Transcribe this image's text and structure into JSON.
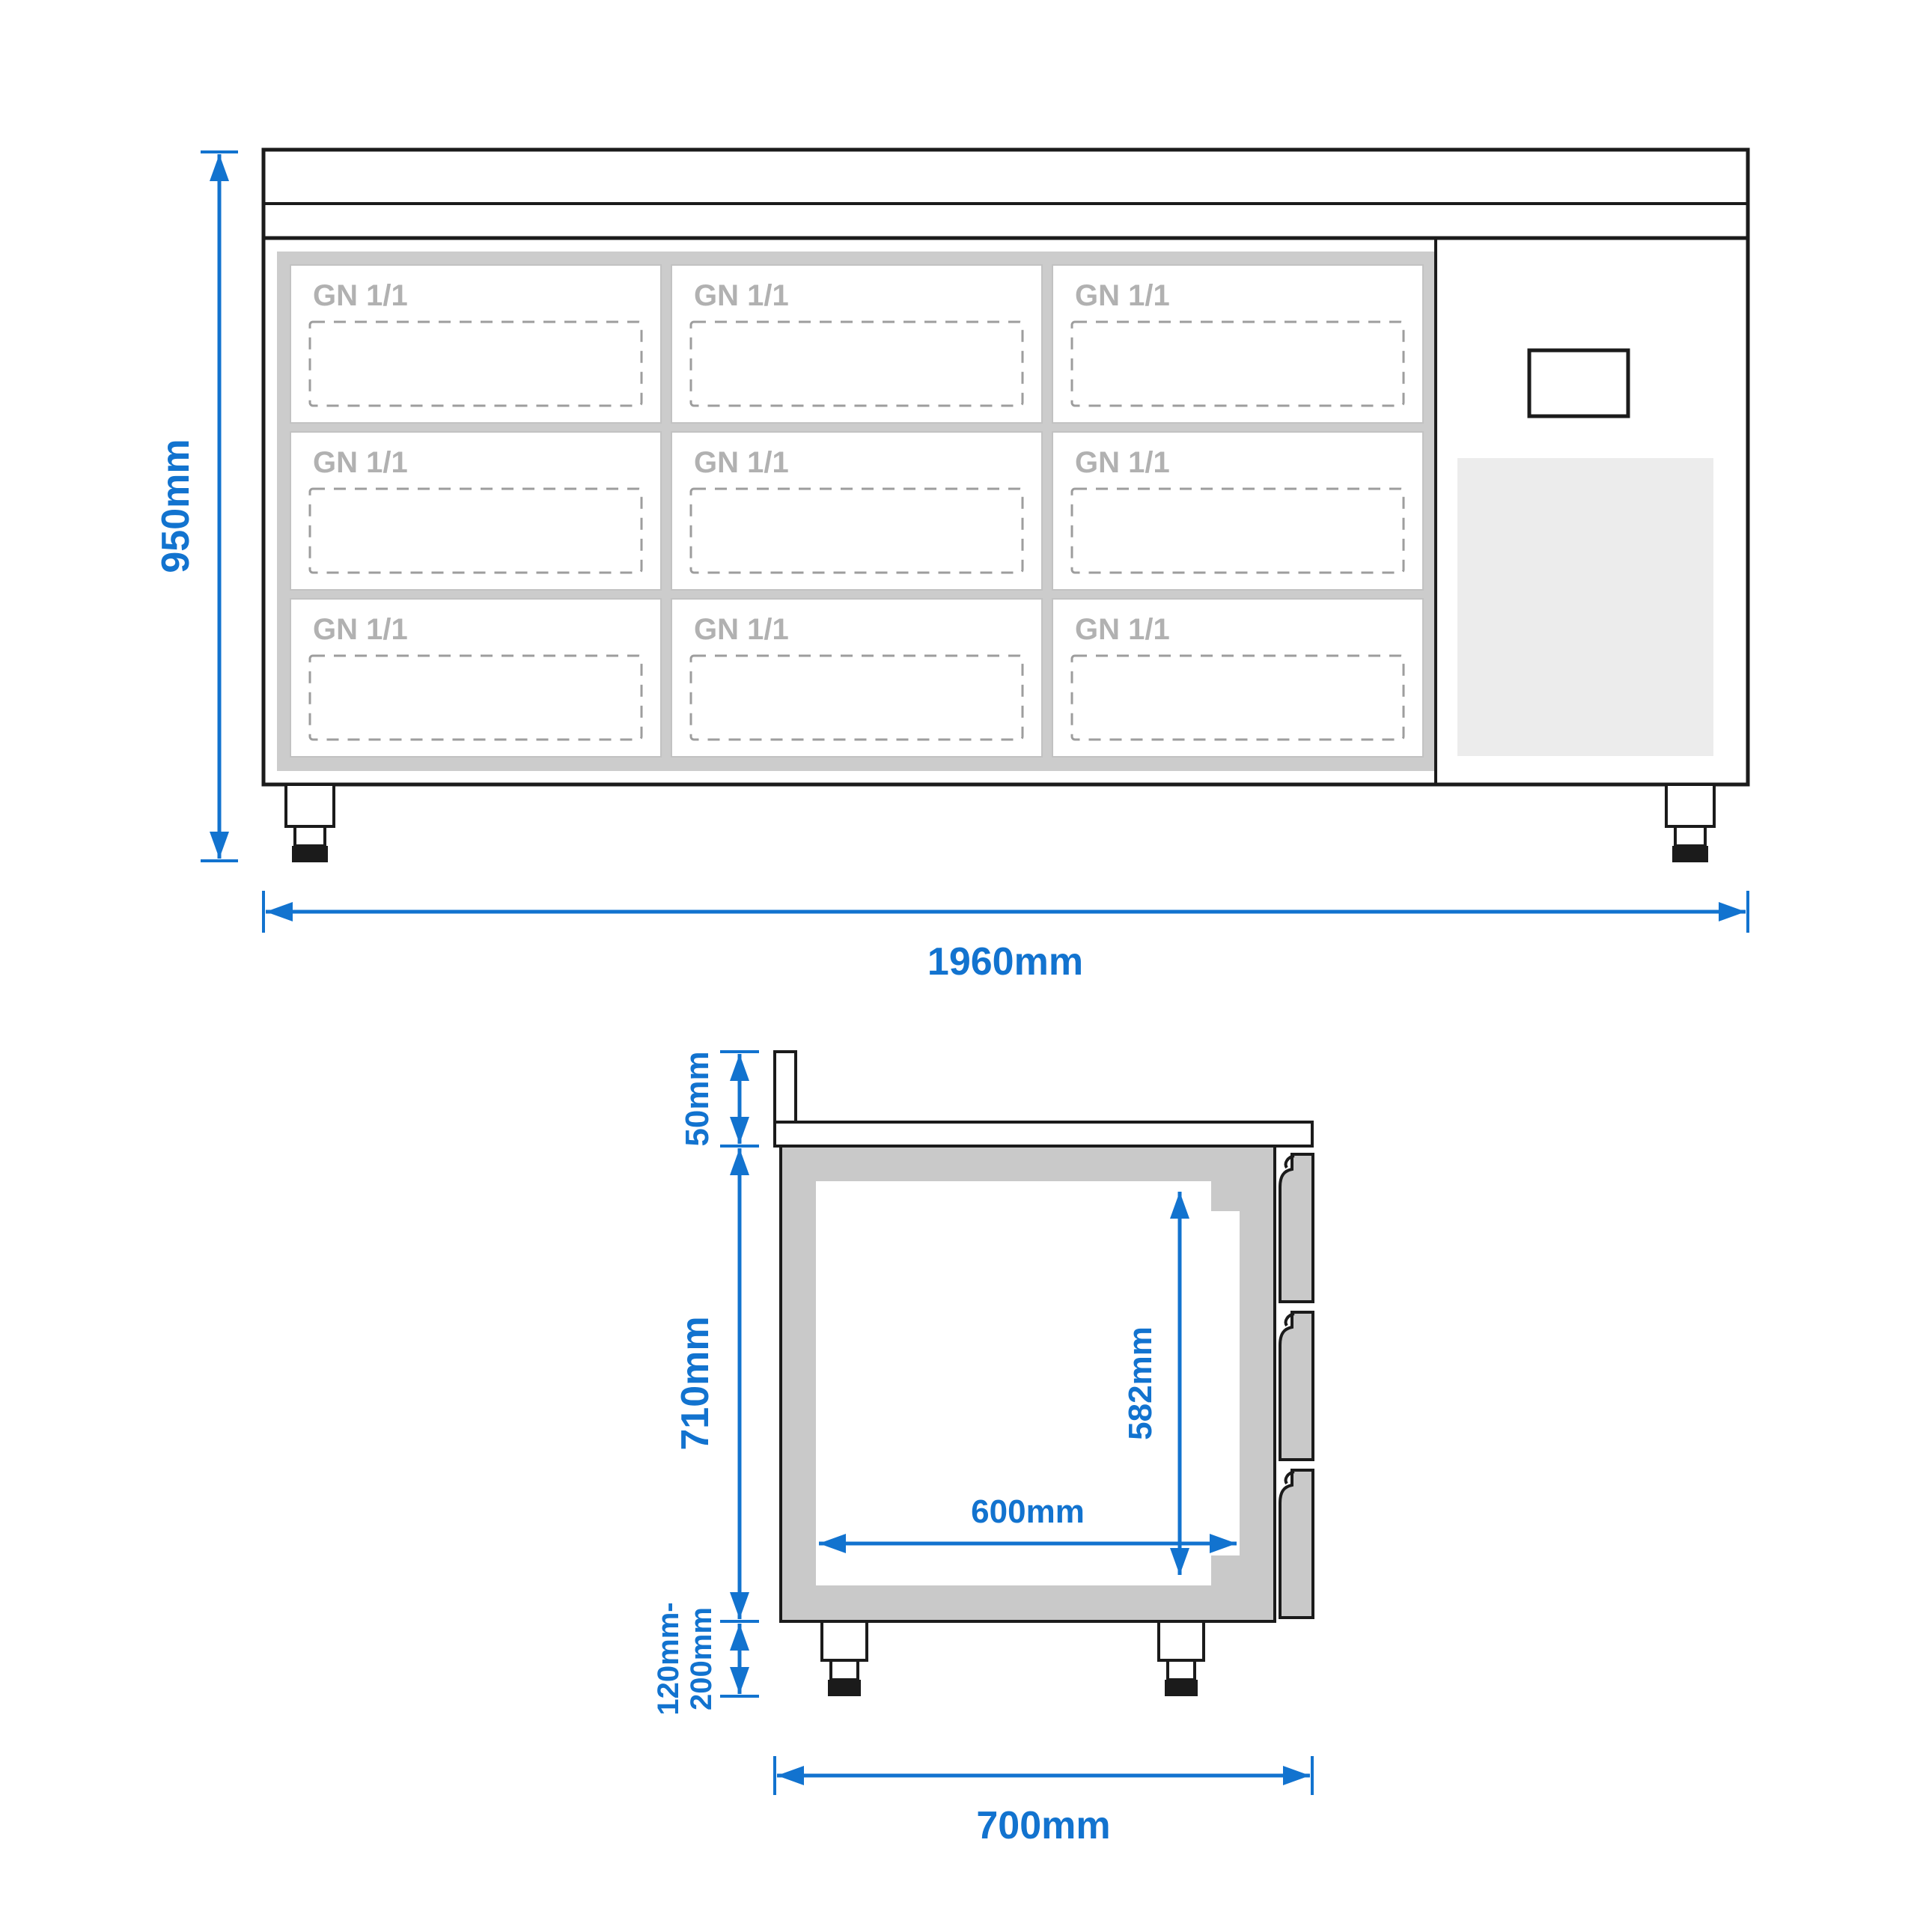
{
  "front_view": {
    "drawer_label": "GN 1/1",
    "dim_height": "950mm",
    "dim_width": "1960mm"
  },
  "side_view": {
    "dim_worktop": "50mm",
    "dim_body_height": "710mm",
    "dim_feet_line1": "120mm-",
    "dim_feet_line2": "200mm",
    "dim_interior_height": "582mm",
    "dim_interior_width": "600mm",
    "dim_depth": "700mm"
  },
  "colors": {
    "dimension_blue": "#1273cf",
    "outline_black": "#1b1b1b",
    "frame_gray": "#cccccc",
    "wall_gray": "#c9c9c9",
    "vent_gray": "#ececec",
    "gn_text_gray": "#b1b1b1",
    "dashed_gray": "#9d9d9d"
  }
}
